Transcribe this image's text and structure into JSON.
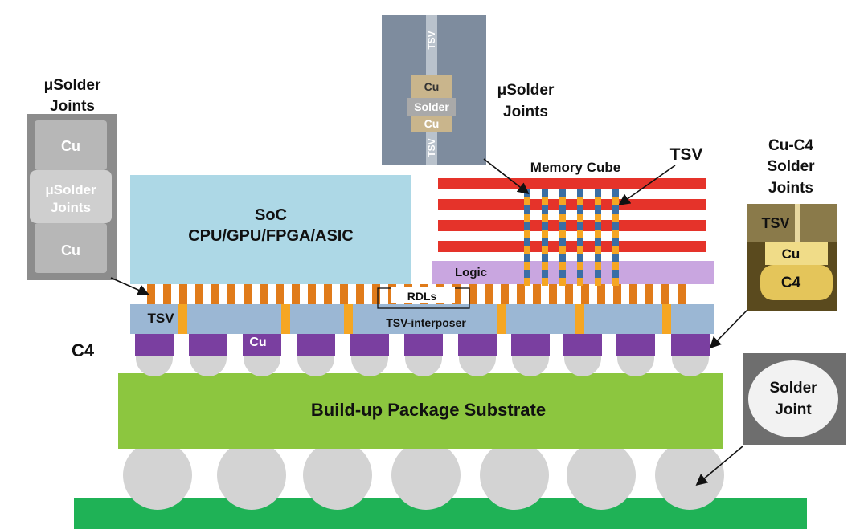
{
  "labels": {
    "left_micro_solder": [
      "μSolder",
      "Joints"
    ],
    "top_micro_solder": [
      "μSolder",
      "Joints"
    ],
    "cu_c4_joints": [
      "Cu-C4",
      "Solder",
      "Joints"
    ],
    "c4": "C4",
    "soc": [
      "SoC",
      "CPU/GPU/FPGA/ASIC"
    ],
    "memory_cube": "Memory Cube",
    "tsv_main": "TSV",
    "logic": "Logic",
    "rdls": "RDLs",
    "tsv_interposer": "TSV-interposer",
    "tsv_left": "TSV",
    "cu_pad": "Cu",
    "substrate": "Build-up Package Substrate"
  },
  "inset_left": {
    "cu_top": "Cu",
    "solder": [
      "μSolder",
      "Joints"
    ],
    "cu_bottom": "Cu"
  },
  "inset_top": {
    "tsv_top": "TSV",
    "cu_top": "Cu",
    "solder": "Solder",
    "cu_bottom": "Cu",
    "tsv_bottom": "TSV"
  },
  "inset_right_top": {
    "tsv": "TSV",
    "cu": "Cu",
    "c4": "C4"
  },
  "inset_right_bottom": {
    "solder": [
      "Solder",
      "Joint"
    ]
  },
  "colors": {
    "soc": "#add8e6",
    "memory_layer": "#e5332a",
    "tsv_orange": "#f5a623",
    "tsv_blue": "#3a6ea5",
    "logic": "#c9a6e0",
    "interposer": "#9bb7d4",
    "rdl_orange": "#e07b1a",
    "cu_pad": "#7a3fa0",
    "bump": "#d3d3d3",
    "substrate": "#8cc63f",
    "board": "#1fb256"
  }
}
